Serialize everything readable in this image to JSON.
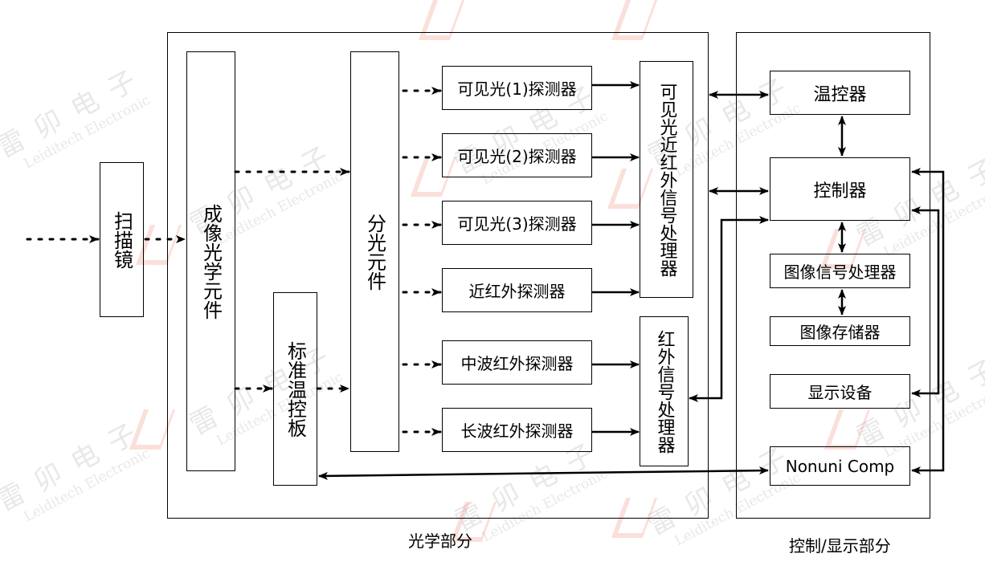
{
  "diagram": {
    "sections": {
      "optics": "光学部分",
      "control_display": "控制/显示部分"
    },
    "blocks": {
      "scan_mirror": "扫描镜",
      "imaging_optics": "成像光学元件",
      "beam_splitter": "分光元件",
      "std_temp_board": "标准温控板",
      "visible_det_1": "可见光(1)探测器",
      "visible_det_2": "可见光(2)探测器",
      "visible_det_3": "可见光(3)探测器",
      "nir_det": "近红外探测器",
      "mwir_det": "中波红外探测器",
      "lwir_det": "长波红外探测器",
      "vis_nir_processor": "可见光近红外信号处理器",
      "ir_processor": "红外信号处理器",
      "temp_controller": "温控器",
      "controller": "控制器",
      "image_processor": "图像信号处理器",
      "image_storage": "图像存储器",
      "display_device": "显示设备",
      "nonuni_comp": "Nonuni Comp"
    },
    "watermark": {
      "cn": "雷卯电子",
      "en": "Leiditech Electronic",
      "color": "#eb6e5a"
    },
    "connections": [
      {
        "from": "input",
        "to": "scan_mirror",
        "style": "dotted",
        "dir": "forward"
      },
      {
        "from": "scan_mirror",
        "to": "imaging_optics",
        "style": "dotted",
        "dir": "forward"
      },
      {
        "from": "imaging_optics",
        "to": "beam_splitter",
        "style": "dotted",
        "dir": "forward"
      },
      {
        "from": "imaging_optics",
        "to": "std_temp_board",
        "style": "dotted",
        "dir": "forward"
      },
      {
        "from": "std_temp_board",
        "to": "beam_splitter",
        "style": "dotted",
        "dir": "forward"
      },
      {
        "from": "beam_splitter",
        "to": "visible_det_1",
        "style": "dotted",
        "dir": "forward"
      },
      {
        "from": "beam_splitter",
        "to": "visible_det_2",
        "style": "dotted",
        "dir": "forward"
      },
      {
        "from": "beam_splitter",
        "to": "visible_det_3",
        "style": "dotted",
        "dir": "forward"
      },
      {
        "from": "beam_splitter",
        "to": "nir_det",
        "style": "dotted",
        "dir": "forward"
      },
      {
        "from": "beam_splitter",
        "to": "mwir_det",
        "style": "dotted",
        "dir": "forward"
      },
      {
        "from": "beam_splitter",
        "to": "lwir_det",
        "style": "dotted",
        "dir": "forward"
      },
      {
        "from": "visible_det_1",
        "to": "vis_nir_processor",
        "style": "solid",
        "dir": "forward"
      },
      {
        "from": "visible_det_2",
        "to": "vis_nir_processor",
        "style": "solid",
        "dir": "forward"
      },
      {
        "from": "visible_det_3",
        "to": "vis_nir_processor",
        "style": "solid",
        "dir": "forward"
      },
      {
        "from": "nir_det",
        "to": "vis_nir_processor",
        "style": "solid",
        "dir": "forward"
      },
      {
        "from": "mwir_det",
        "to": "ir_processor",
        "style": "solid",
        "dir": "forward"
      },
      {
        "from": "lwir_det",
        "to": "ir_processor",
        "style": "solid",
        "dir": "forward"
      },
      {
        "from": "vis_nir_processor",
        "to": "temp_controller",
        "style": "solid",
        "dir": "both"
      },
      {
        "from": "vis_nir_processor",
        "to": "controller",
        "style": "solid",
        "dir": "both"
      },
      {
        "from": "ir_processor",
        "to": "controller",
        "style": "solid",
        "dir": "both"
      },
      {
        "from": "temp_controller",
        "to": "controller",
        "style": "solid",
        "dir": "both"
      },
      {
        "from": "controller",
        "to": "image_processor",
        "style": "solid",
        "dir": "both"
      },
      {
        "from": "image_processor",
        "to": "image_storage",
        "style": "solid",
        "dir": "both"
      },
      {
        "from": "controller",
        "to": "display_device",
        "style": "solid",
        "dir": "both"
      },
      {
        "from": "controller",
        "to": "nonuni_comp",
        "style": "solid",
        "dir": "both"
      },
      {
        "from": "std_temp_board",
        "to": "nonuni_comp",
        "style": "solid",
        "dir": "both"
      }
    ]
  }
}
